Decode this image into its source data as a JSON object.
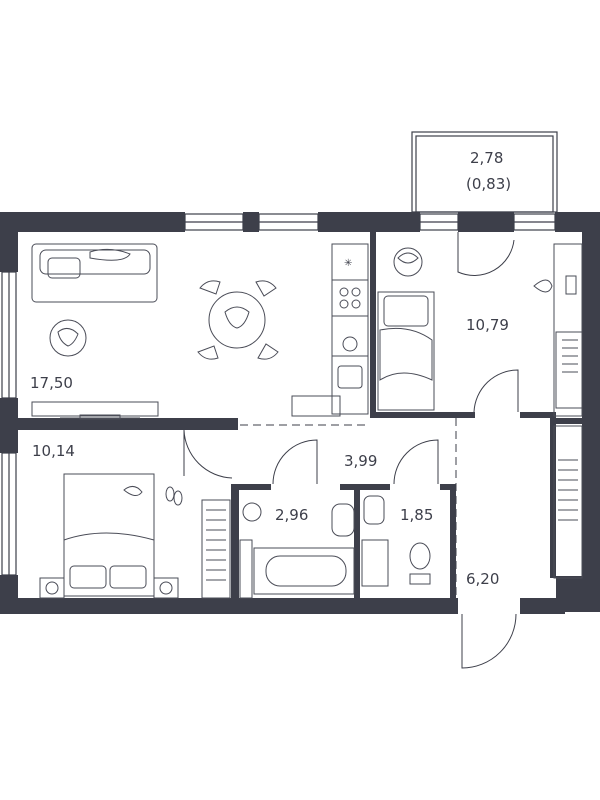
{
  "rooms": {
    "living_kitchen": "17,50",
    "bedroom_right": "10,79",
    "bedroom_left": "10,14",
    "corridor": "3,99",
    "bathroom": "2,96",
    "toilet": "1,85",
    "hall": "6,20",
    "balcony_area": "2,78",
    "balcony_reduced": "(0,83)"
  },
  "colors": {
    "wall": "#3d3f4a",
    "background": "#ffffff"
  }
}
